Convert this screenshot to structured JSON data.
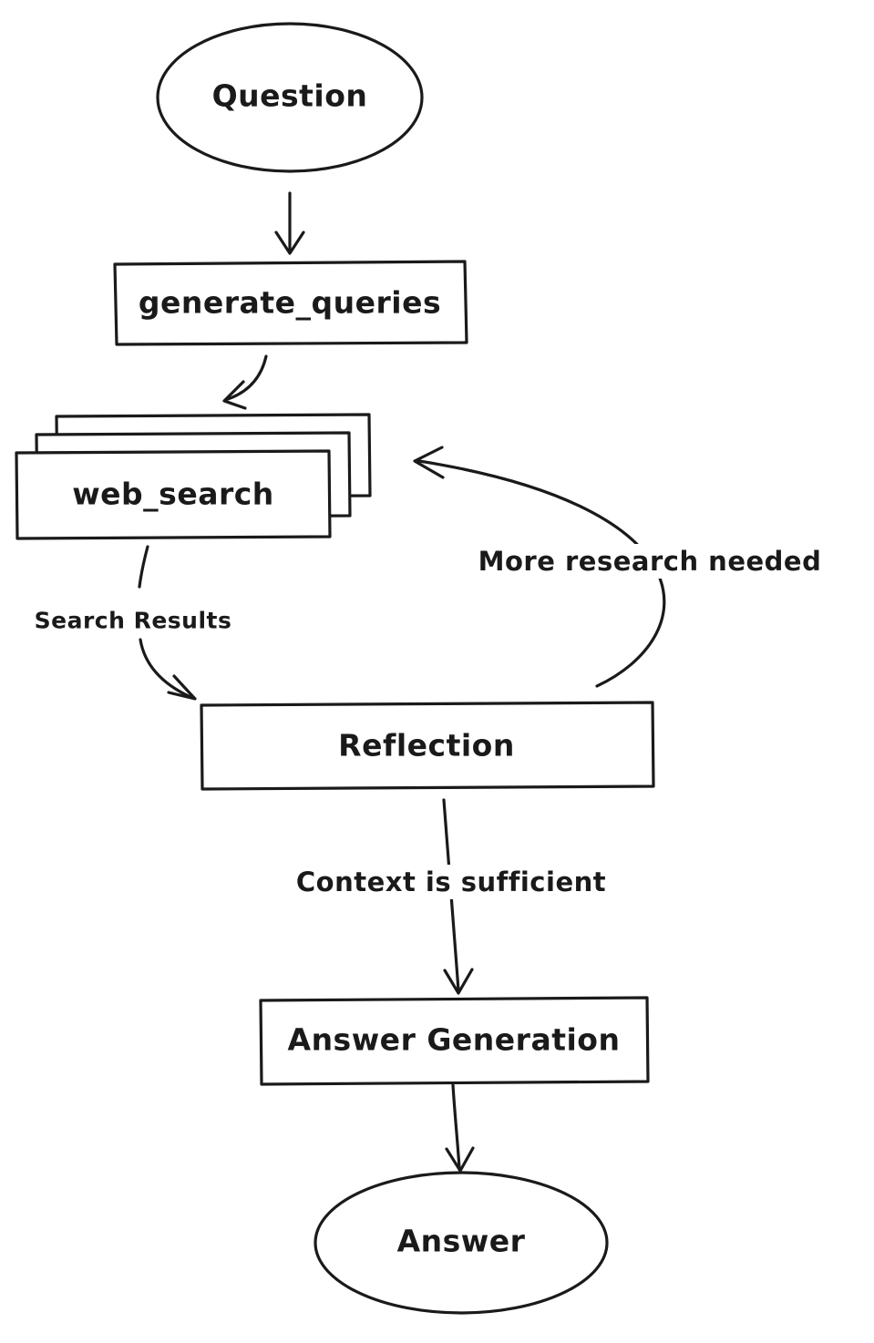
{
  "diagram": {
    "type": "flowchart",
    "direction": "top-down",
    "colors": {
      "stroke": "#1a1a1a",
      "background": "#ffffff"
    },
    "nodes": {
      "question": {
        "label": "Question",
        "shape": "ellipse"
      },
      "generate_queries": {
        "label": "generate_queries",
        "shape": "rectangle"
      },
      "web_search": {
        "label": "web_search",
        "shape": "stacked-rectangles"
      },
      "reflection": {
        "label": "Reflection",
        "shape": "rectangle"
      },
      "answer_generation": {
        "label": "Answer Generation",
        "shape": "rectangle"
      },
      "answer": {
        "label": "Answer",
        "shape": "ellipse"
      }
    },
    "edges": {
      "question_to_generate_queries": {
        "label": ""
      },
      "generate_queries_to_web_search": {
        "label": ""
      },
      "web_search_to_reflection": {
        "label": "Search Results"
      },
      "reflection_to_web_search": {
        "label": "More research needed"
      },
      "reflection_to_answer_generation": {
        "label": "Context is sufficient"
      },
      "answer_generation_to_answer": {
        "label": ""
      }
    }
  }
}
